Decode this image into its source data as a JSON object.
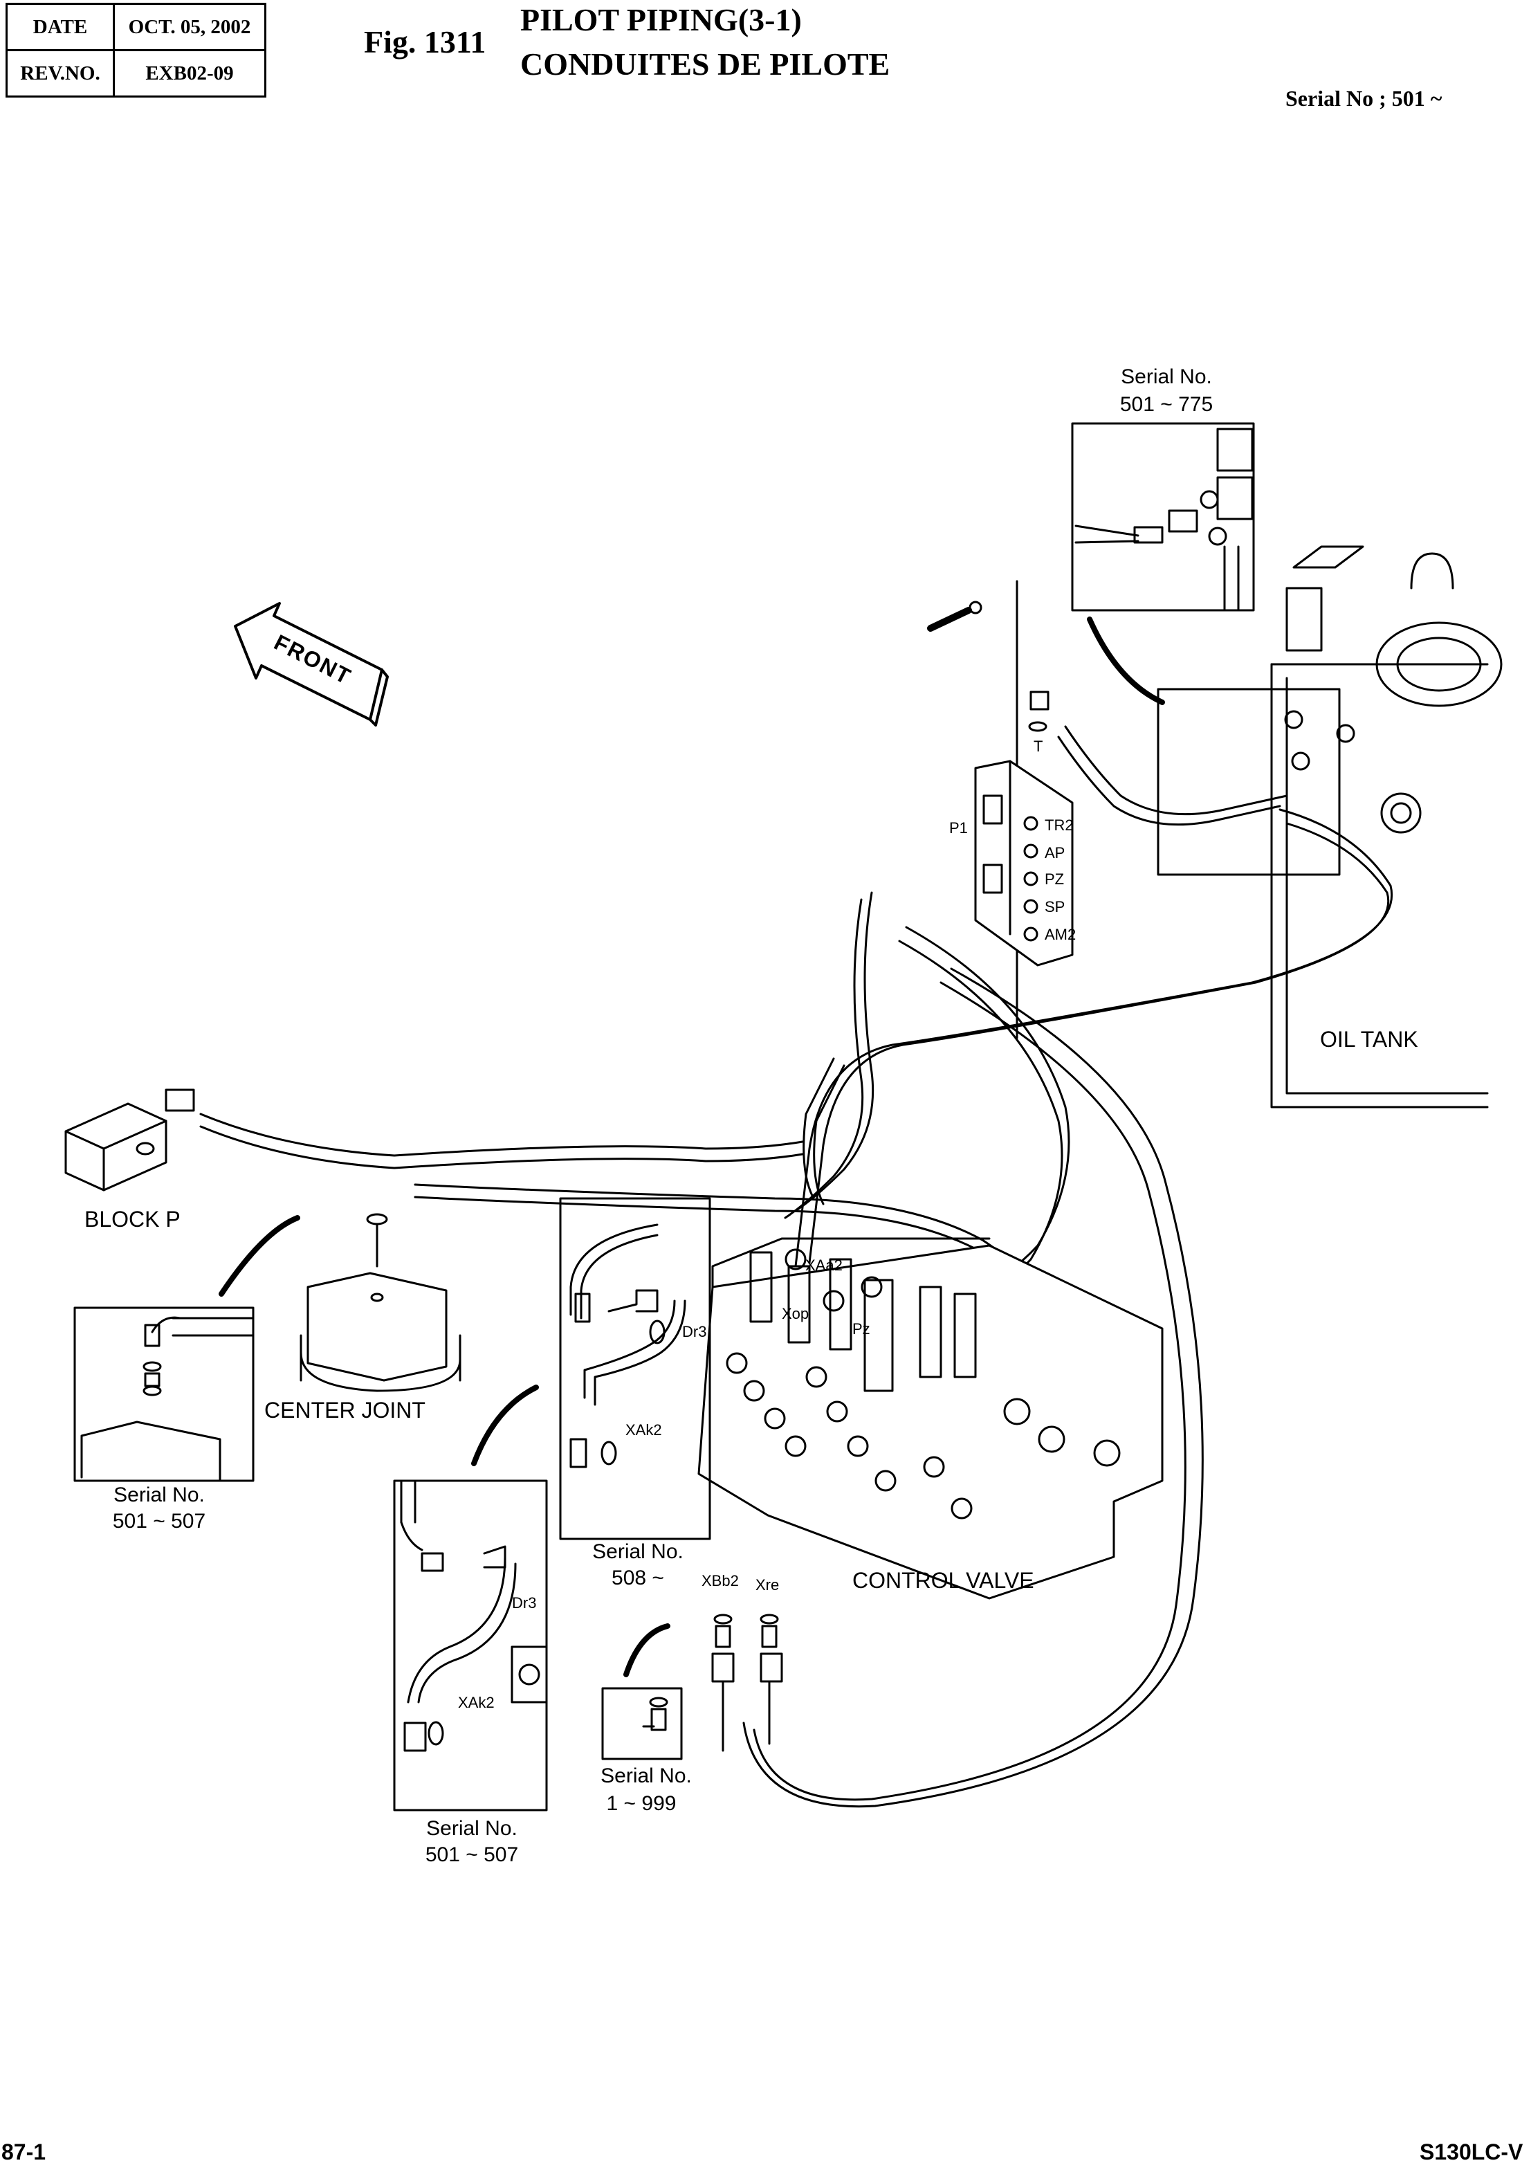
{
  "header": {
    "date_label": "DATE",
    "date_value": "OCT. 05, 2002",
    "rev_label": "REV.NO.",
    "rev_value": "EXB02-09",
    "fig_number": "Fig. 1311",
    "title_en": "PILOT PIPING(3-1)",
    "title_fr": "CONDUITES DE PILOTE",
    "serial_range": "Serial No ; 501 ~"
  },
  "footer": {
    "page": "87-1",
    "model": "S130LC-V"
  },
  "labels": {
    "front": "FRONT",
    "oil_tank": "OIL TANK",
    "block_p": "BLOCK P",
    "center_joint": "CENTER JOINT",
    "control_valve": "CONTROL VALVE"
  },
  "ports": {
    "t": "T",
    "p1": "P1",
    "tr2": "TR2",
    "ap": "AP",
    "pz": "PZ",
    "sp": "SP",
    "am2": "AM2",
    "xaa2": "XAa2",
    "xop": "Xop",
    "pz_valve": "Pz",
    "dr3_a": "Dr3",
    "xak2_a": "XAk2",
    "dr3_b": "Dr3",
    "xak2_b": "XAk2",
    "xbb2": "XBb2",
    "xre": "Xre"
  },
  "serial_callouts": {
    "tank_title": "Serial No.",
    "tank_range": "501 ~ 775",
    "center_title": "Serial No.",
    "center_range": "501 ~ 507",
    "valve_title": "Serial No.",
    "valve_range": "508 ~",
    "lower_title": "Serial No.",
    "lower_range": "501 ~ 507",
    "fitting_title": "Serial No.",
    "fitting_range": "1 ~ 999"
  }
}
